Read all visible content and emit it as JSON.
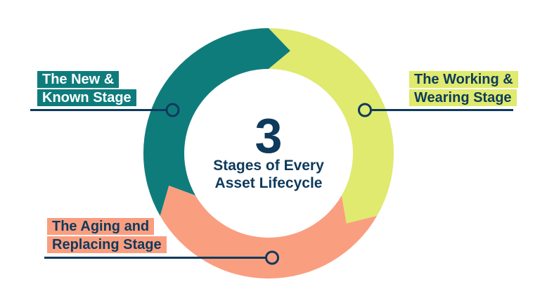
{
  "title": {
    "number": "3",
    "line1": "Stages of Every",
    "line2": "Asset Lifecycle"
  },
  "colors": {
    "teal": "#0F7C7C",
    "yellow": "#DFEA6E",
    "salmon": "#FA9E80",
    "navy": "#0E3A5C",
    "white": "#FFFFFF",
    "background": "#FFFFFF"
  },
  "segments": [
    {
      "id": "new-known",
      "label_lines": [
        "The New &",
        "Known Stage"
      ],
      "color": "#0F7C7C",
      "text_color": "#FFFFFF",
      "arc_from_deg": 240,
      "arc_to_deg": 360,
      "label_side": "left"
    },
    {
      "id": "working-wearing",
      "label_lines": [
        "The Working &",
        "Wearing Stage"
      ],
      "color": "#DFEA6E",
      "text_color": "#0E3A5C",
      "arc_from_deg": 0,
      "arc_to_deg": 120,
      "label_side": "right"
    },
    {
      "id": "aging-replacing",
      "label_lines": [
        "The Aging and",
        "Replacing Stage"
      ],
      "color": "#FA9E80",
      "text_color": "#0E3A5C",
      "arc_from_deg": 120,
      "arc_to_deg": 240,
      "label_side": "bottom"
    }
  ],
  "chart_data": {
    "type": "pie",
    "subtype": "donut-cycle-arrows",
    "title": "3 Stages of Every Asset Lifecycle",
    "categories": [
      "The New & Known Stage",
      "The Working & Wearing Stage",
      "The Aging and Replacing Stage"
    ],
    "values": [
      33.33,
      33.33,
      33.33
    ],
    "colors": [
      "#0F7C7C",
      "#DFEA6E",
      "#FA9E80"
    ],
    "flow_direction": "clockwise",
    "legend_position": "callout-labels"
  }
}
